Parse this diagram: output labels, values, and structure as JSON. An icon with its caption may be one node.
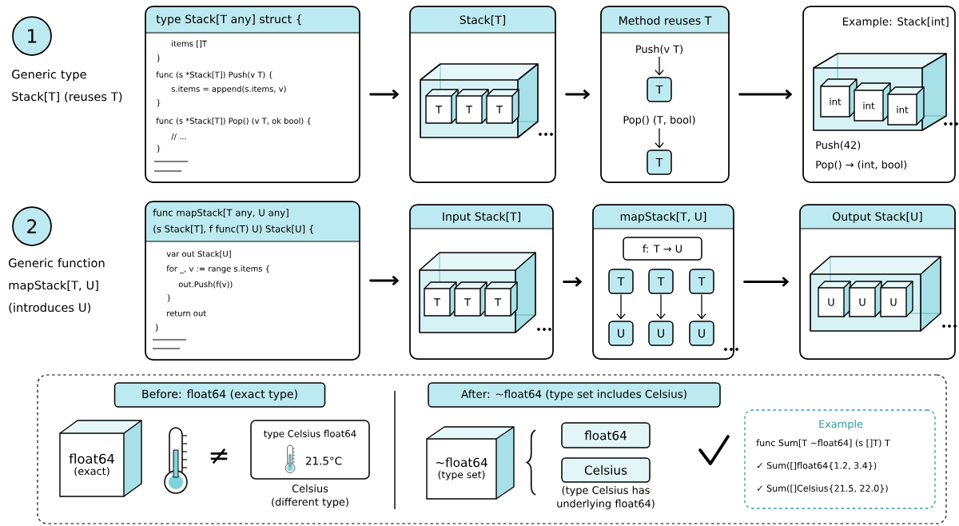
{
  "diagram": {
    "nodes": [
      {
        "text": [
          "1"
        ],
        "beside": [
          "Generic type Stack[T] (reuses T)"
        ]
      },
      {
        "text": [
          "type Stack[T any] struct {",
          "items []T",
          "}",
          "func (s *Stack[T]) Push(v T) {",
          "s.items = append(s.items, v)",
          "}",
          "func (s *Stack[T]) Pop() (v T, ok bool) {",
          "// ...",
          "}"
        ]
      },
      {
        "text": [
          "Stack[T]"
        ]
      },
      {
        "text": [
          "T"
        ],
        "in": 2
      },
      {
        "text": [
          "T"
        ],
        "in": 2
      },
      {
        "text": [
          "T"
        ],
        "in": 2
      },
      {
        "text": [
          "Method reuses T"
        ]
      },
      {
        "text": [
          "Push(v T)"
        ],
        "in": 6
      },
      {
        "text": [
          "T"
        ],
        "in": 6
      },
      {
        "text": [
          "Pop() (T, bool)"
        ],
        "in": 6
      },
      {
        "text": [
          "T"
        ],
        "in": 6
      },
      {
        "text": [
          "Example: Stack[int]",
          "Push(42)",
          "Pop() → (int, bool)"
        ]
      },
      {
        "text": [
          "int"
        ],
        "in": 11
      },
      {
        "text": [
          "int"
        ],
        "in": 11
      },
      {
        "text": [
          "int"
        ],
        "in": 11
      },
      {
        "text": [
          "2"
        ],
        "beside": [
          "Generic function mapStack[T, U] (introduces U)"
        ]
      },
      {
        "text": [
          "func mapStack[T any, U any]",
          "(s Stack[T], f func(T) U) Stack[U] {",
          "var out Stack[U]",
          "for _, v := range s.items {",
          "out.Push(f(v))",
          "}",
          "return out",
          "}"
        ]
      },
      {
        "text": [
          "Input Stack[T]"
        ]
      },
      {
        "text": [
          "T"
        ],
        "in": 17
      },
      {
        "text": [
          "T"
        ],
        "in": 17
      },
      {
        "text": [
          "T"
        ],
        "in": 17
      },
      {
        "text": [
          "mapStack[T, U]"
        ]
      },
      {
        "text": [
          "f: T → U"
        ],
        "in": 21
      },
      {
        "text": [
          "T"
        ],
        "in": 21
      },
      {
        "text": [
          "T"
        ],
        "in": 21
      },
      {
        "text": [
          "T"
        ],
        "in": 21
      },
      {
        "text": [
          "U"
        ],
        "in": 21
      },
      {
        "text": [
          "U"
        ],
        "in": 21
      },
      {
        "text": [
          "U"
        ],
        "in": 21
      },
      {
        "text": [
          "Output Stack[U]"
        ]
      },
      {
        "text": [
          "U"
        ],
        "in": 29
      },
      {
        "text": [
          "U"
        ],
        "in": 29
      },
      {
        "text": [
          "U"
        ],
        "in": 29
      },
      {
        "text": [],
        "shape": "box"
      },
      {
        "text": [
          "Before: float64 (exact type)"
        ],
        "in": 33
      },
      {
        "text": [
          "float64",
          "(exact)"
        ],
        "in": 33
      },
      {
        "text": [
          "type Celsius float64",
          "21.5°C"
        ],
        "beside": [
          "Celsius (different type)"
        ],
        "in": 33
      },
      {
        "text": [
          "After: ~float64 (type set includes Celsius)"
        ],
        "in": 33
      },
      {
        "text": [
          "~float64",
          "(type set)"
        ],
        "in": 33
      },
      {
        "text": [
          "float64"
        ],
        "in": 33
      },
      {
        "text": [
          "Celsius"
        ],
        "beside": [
          "(type Celsius has underlying float64)"
        ],
        "in": 33
      },
      {
        "text": [
          "Example",
          "func Sum[T ~float64] (s []T) T",
          "✓ Sum([]float64{1.2, 3.4})",
          "✓ Sum([]Celsius{21.5, 22.0})"
        ],
        "in": 33
      }
    ],
    "edges": [
      {
        "from": 1,
        "to": 2,
        "arrow": "to"
      },
      {
        "from": 2,
        "to": 6,
        "arrow": "to"
      },
      {
        "from": 6,
        "to": 11,
        "arrow": "to"
      },
      {
        "from": 7,
        "to": 8,
        "arrow": "to"
      },
      {
        "from": 9,
        "to": 10,
        "arrow": "to"
      },
      {
        "from": 16,
        "to": 17,
        "arrow": "to"
      },
      {
        "from": 17,
        "to": 21,
        "arrow": "to"
      },
      {
        "from": 21,
        "to": 29,
        "arrow": "to"
      },
      {
        "from": 23,
        "to": 26,
        "arrow": "to"
      },
      {
        "from": 24,
        "to": 27,
        "arrow": "to"
      },
      {
        "from": 25,
        "to": 28,
        "arrow": "to"
      }
    ],
    "labels": [
      "≠"
    ]
  }
}
